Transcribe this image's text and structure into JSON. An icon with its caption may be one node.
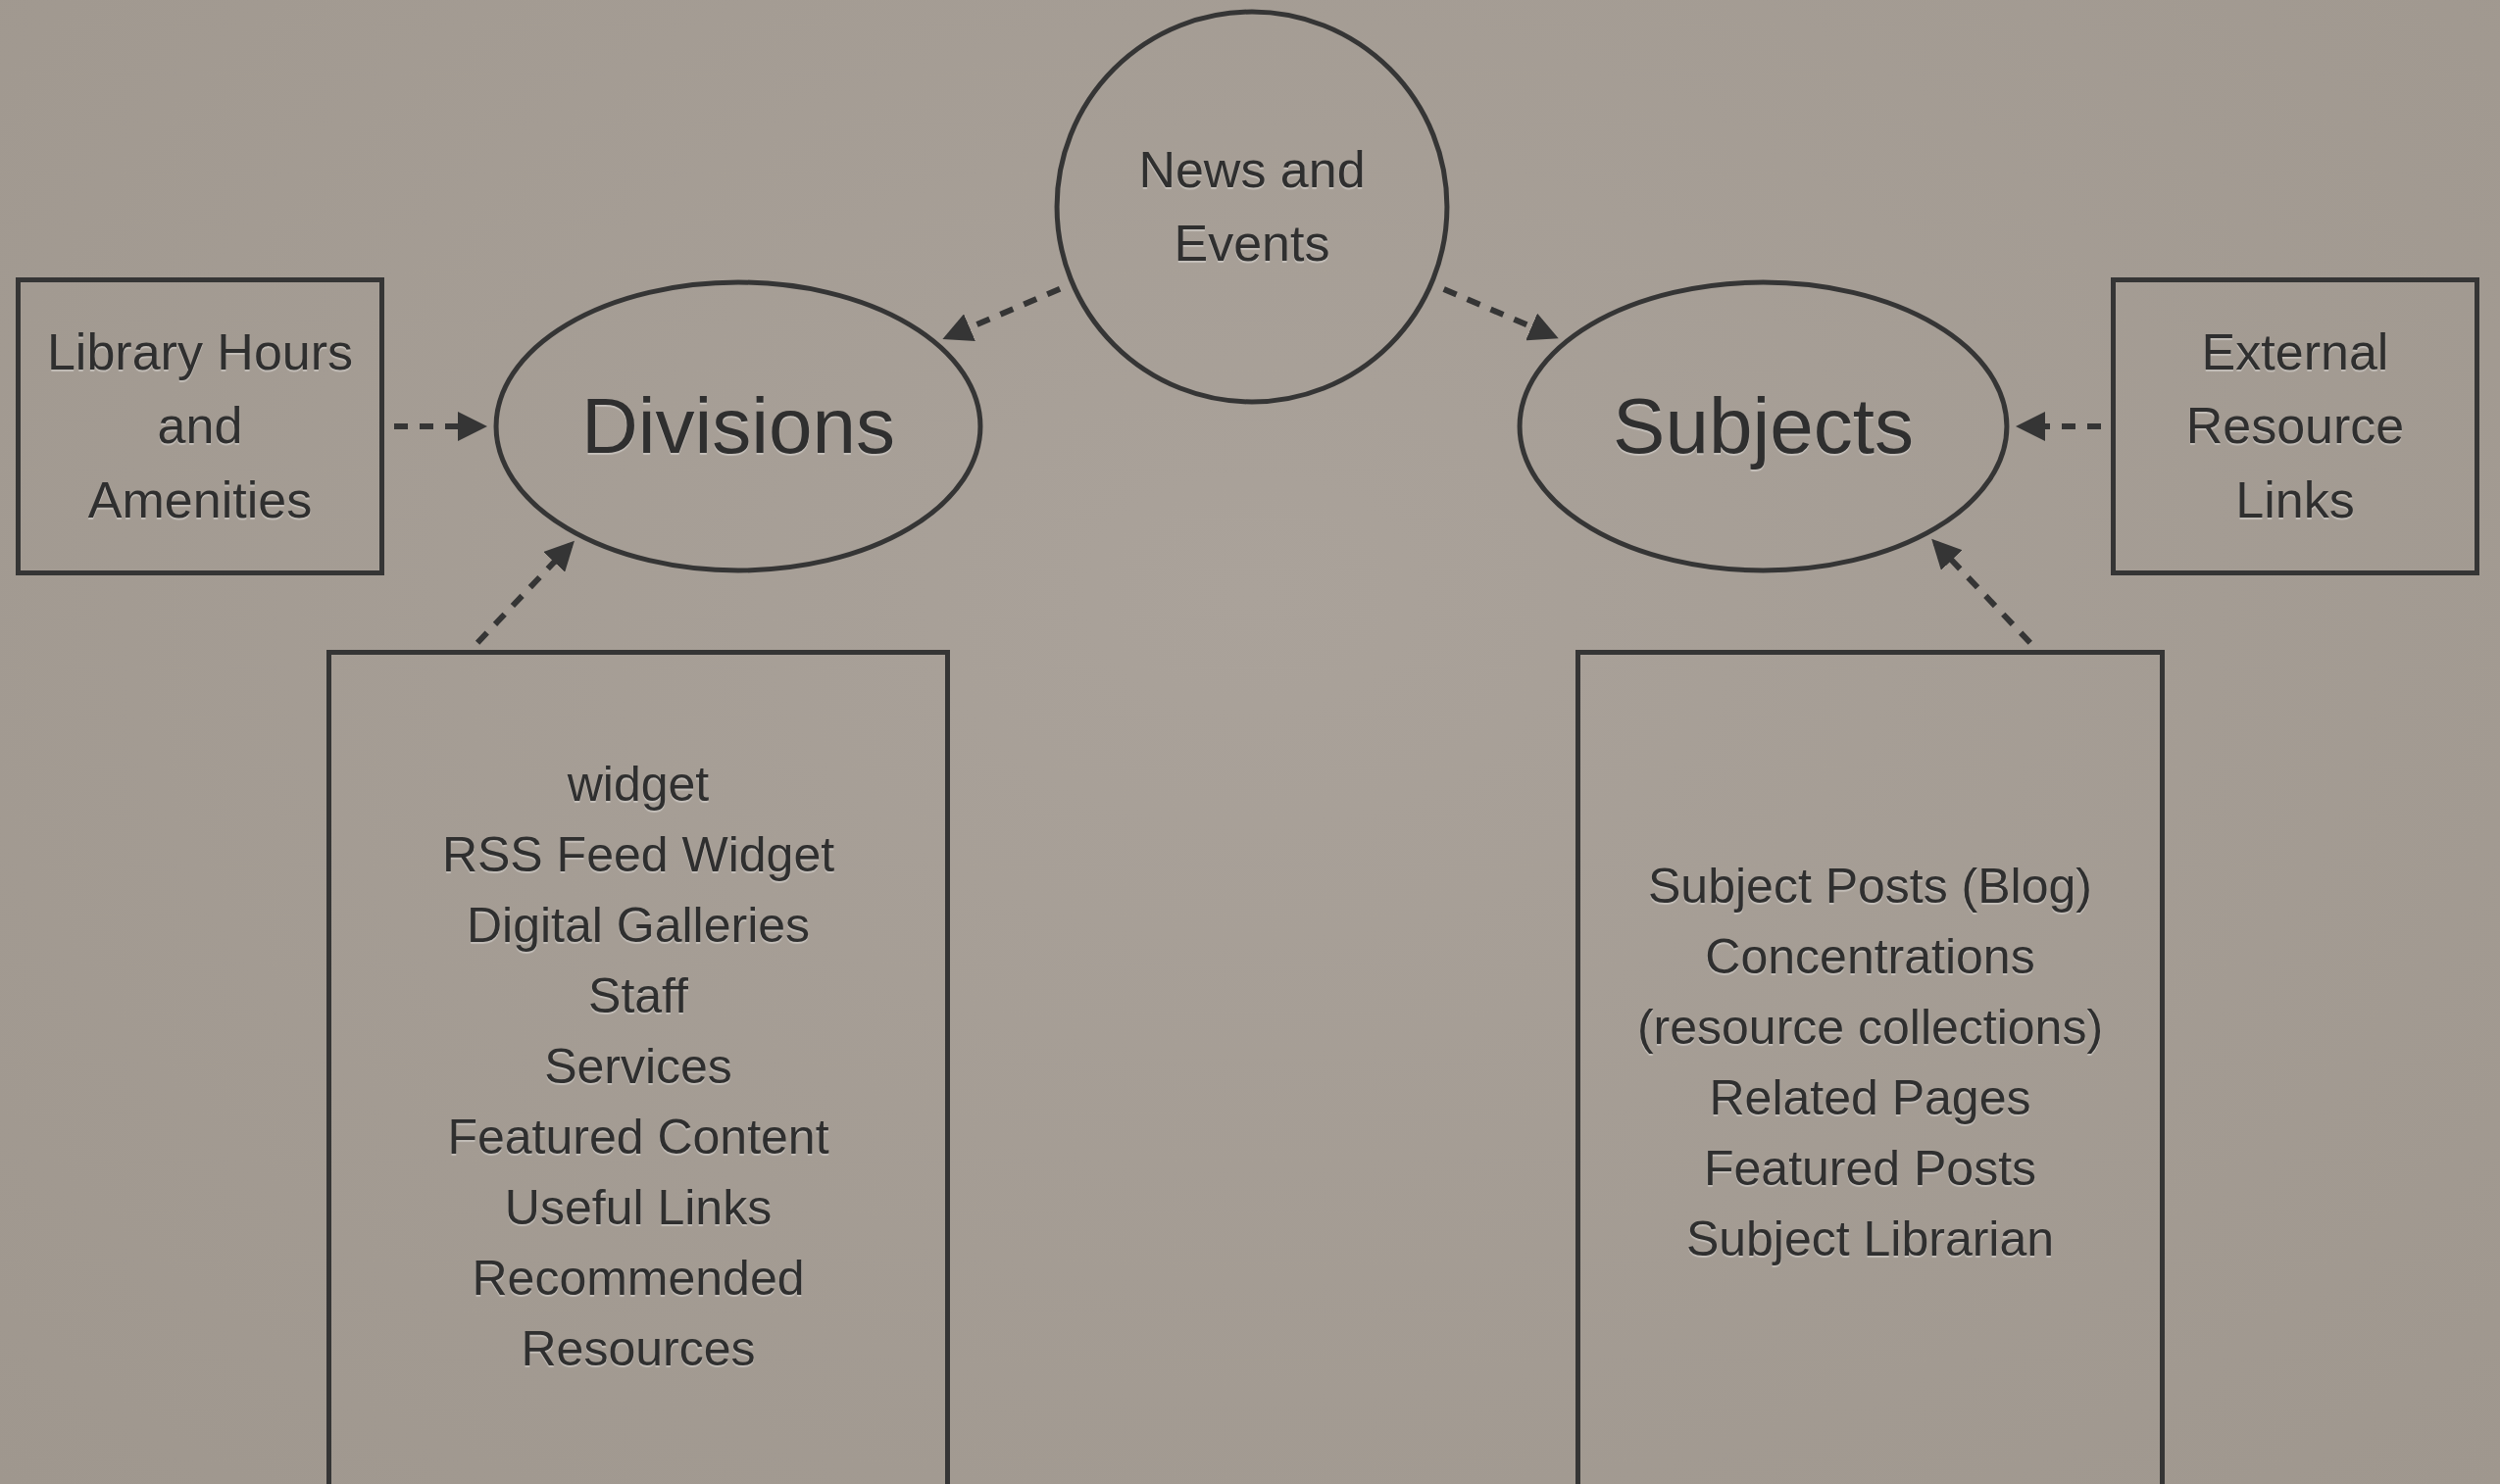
{
  "diagram": {
    "nodes": [
      {
        "text": [
          "News and Events"
        ]
      },
      {
        "text": [
          "Library Hours and Amenities"
        ]
      },
      {
        "text": [
          "Divisions"
        ]
      },
      {
        "text": [
          "Subjects"
        ]
      },
      {
        "text": [
          "External Resource Links"
        ]
      },
      {
        "text": [
          "widget",
          "RSS Feed Widget",
          "Digital Galleries",
          "Staff",
          "Services",
          "Featured Content",
          "Useful Links",
          "Recommended Resources"
        ]
      },
      {
        "text": [
          "Subject Posts (Blog)",
          "Concentrations (resource collections)",
          "Related Pages",
          "Featured Posts",
          "Subject Librarian"
        ]
      }
    ],
    "edges": [
      {
        "from": 0,
        "to": 2,
        "arrow": "to",
        "style": "dashed"
      },
      {
        "from": 0,
        "to": 3,
        "arrow": "to",
        "style": "dashed"
      },
      {
        "from": 1,
        "to": 2,
        "arrow": "to",
        "style": "dashed"
      },
      {
        "from": 4,
        "to": 3,
        "arrow": "to",
        "style": "dashed"
      },
      {
        "from": 5,
        "to": 2,
        "arrow": "to",
        "style": "dashed"
      },
      {
        "from": 6,
        "to": 3,
        "arrow": "to",
        "style": "dashed"
      }
    ]
  }
}
